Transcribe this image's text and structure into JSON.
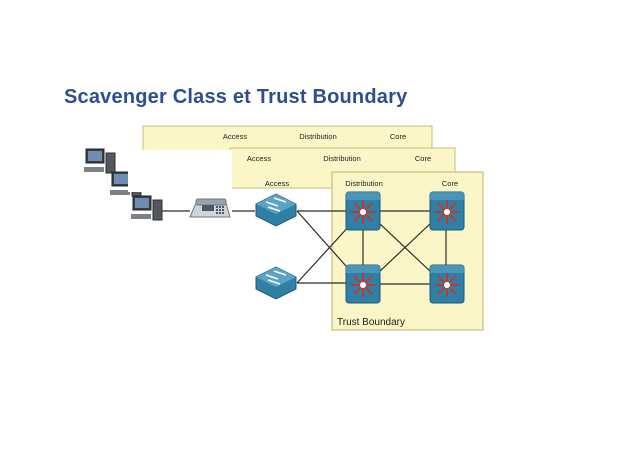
{
  "slide": {
    "title": "Scavenger Class et Trust Boundary"
  },
  "layers": {
    "back": {
      "access": "Access",
      "distribution": "Distribution",
      "core": "Core"
    },
    "middle": {
      "access": "Access",
      "distribution": "Distribution",
      "core": "Core"
    },
    "front": {
      "access": "Access",
      "distribution": "Distribution",
      "core": "Core"
    }
  },
  "trust_boundary_label": "Trust Boundary",
  "icons": [
    "pc-icon",
    "ip-phone-icon",
    "switch-icon",
    "router-icon"
  ],
  "colors": {
    "title": "#2e4e8f",
    "panel_fill": "#fbf6c8",
    "panel_border": "#c9bd7a",
    "device_blue": "#2f7fa6",
    "router_red": "#c0392b"
  }
}
